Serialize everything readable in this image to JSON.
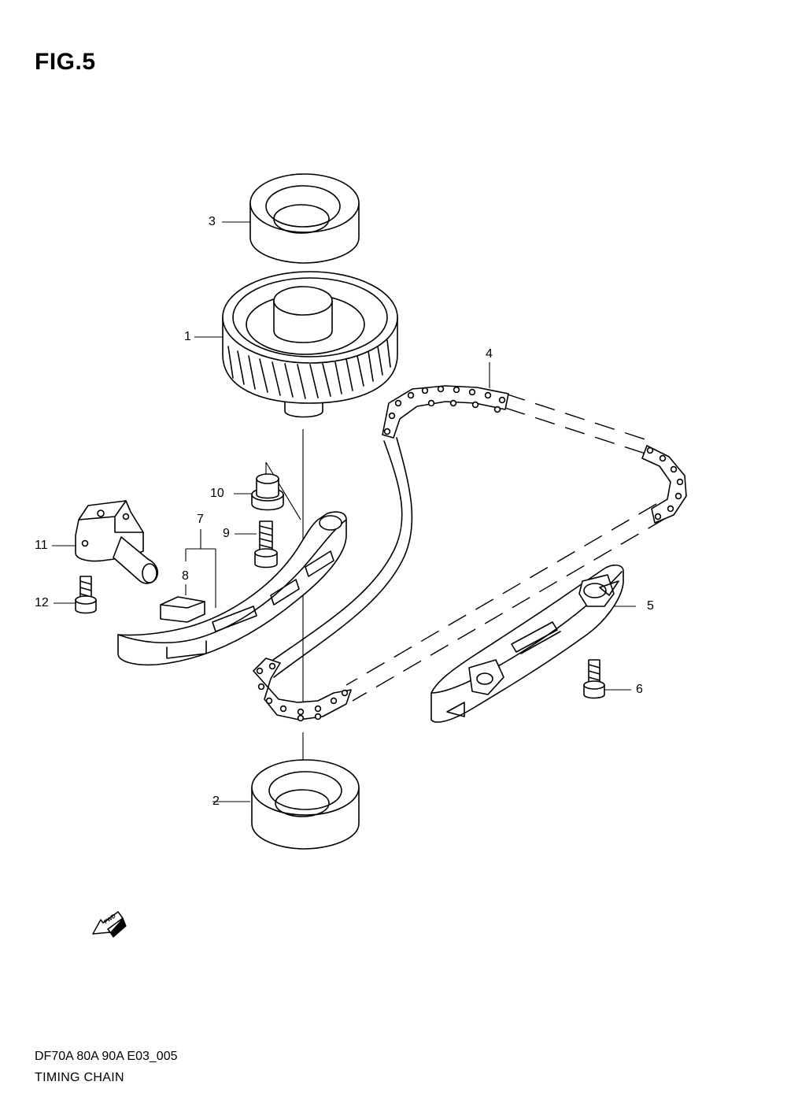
{
  "figure": {
    "title": "FIG.5",
    "model_code": "DF70A 80A 90A E03_005",
    "section_name": "TIMING CHAIN",
    "fwd_label": "FWD"
  },
  "callouts": [
    "1",
    "2",
    "3",
    "4",
    "5",
    "6",
    "7",
    "8",
    "9",
    "10",
    "11",
    "12"
  ]
}
